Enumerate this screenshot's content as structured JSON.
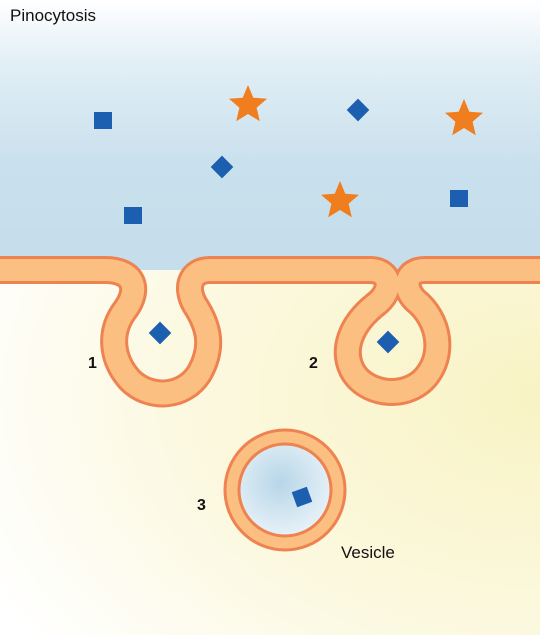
{
  "title": "Pinocytosis",
  "step_labels": [
    "1",
    "2",
    "3"
  ],
  "vesicle_label": "Vesicle",
  "colors": {
    "extracellular_fluid": "#c6dfec",
    "cytoplasm": "#fbf8d8",
    "membrane_fill": "#fbbf82",
    "membrane_edge": "#ee8250",
    "solute_square": "#1c5fb0",
    "solute_star": "#f07d1e"
  },
  "icons": [
    "solute-square-icon",
    "solute-star-icon"
  ]
}
